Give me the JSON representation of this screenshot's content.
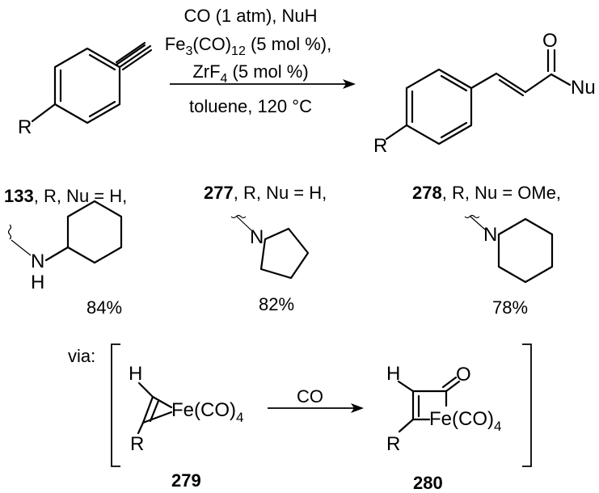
{
  "reaction": {
    "condition_line1": "CO (1 atm), NuH",
    "condition_line2_main": "Fe",
    "condition_line2_sub1": "3",
    "condition_line2_mid": "(CO)",
    "condition_line2_sub2": "12",
    "condition_line2_tail": " (5 mol %),",
    "condition_line3_main": "ZrF",
    "condition_line3_sub": "4",
    "condition_line3_tail": " (5 mol %)",
    "condition_line4": "toluene, 120 °C"
  },
  "atoms": {
    "r": "R",
    "o": "O",
    "nu": "Nu",
    "n": "N",
    "h": "H"
  },
  "examples": [
    {
      "id": "133",
      "label": ", R, Nu = H,",
      "yield": "84%"
    },
    {
      "id": "277",
      "label": ", R, Nu = H,",
      "yield": "82%"
    },
    {
      "id": "278",
      "label": ", R, Nu = OMe,",
      "yield": "78%"
    }
  ],
  "mechanism": {
    "via": "via:",
    "arrow_label": "CO",
    "fe_main": "Fe(CO)",
    "fe_sub": "4",
    "compound_left": "279",
    "compound_right": "280"
  }
}
